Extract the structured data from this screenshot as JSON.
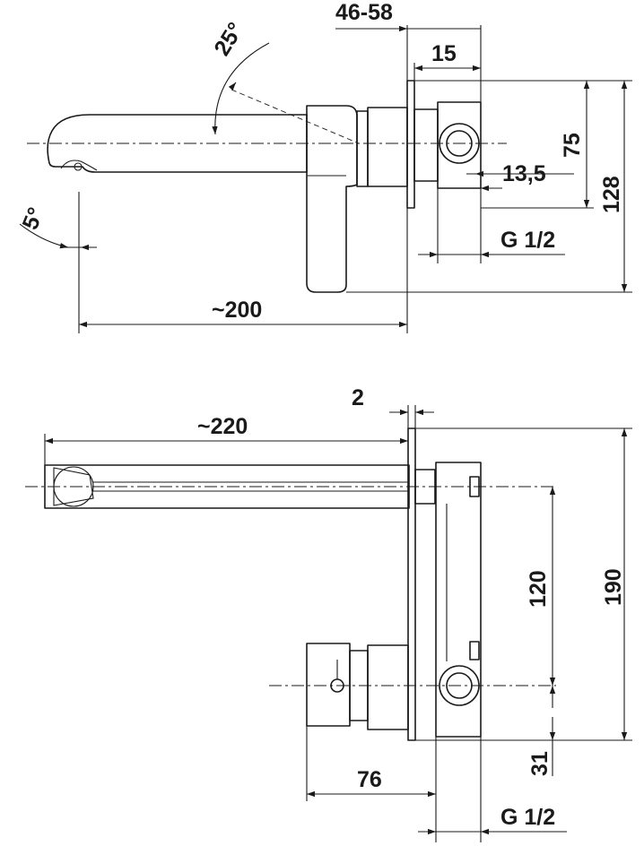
{
  "top_view": {
    "angle_spout": "25°",
    "angle_lever": "5°",
    "wall_range": "46-58",
    "body_depth": "15",
    "height_75": "75",
    "height_128": "128",
    "offset": "13,5",
    "thread": "G 1/2",
    "length": "~200"
  },
  "bottom_view": {
    "gap": "2",
    "length": "~220",
    "height_120": "120",
    "height_190": "190",
    "depth_76": "76",
    "offset_31": "31",
    "thread": "G 1/2"
  }
}
